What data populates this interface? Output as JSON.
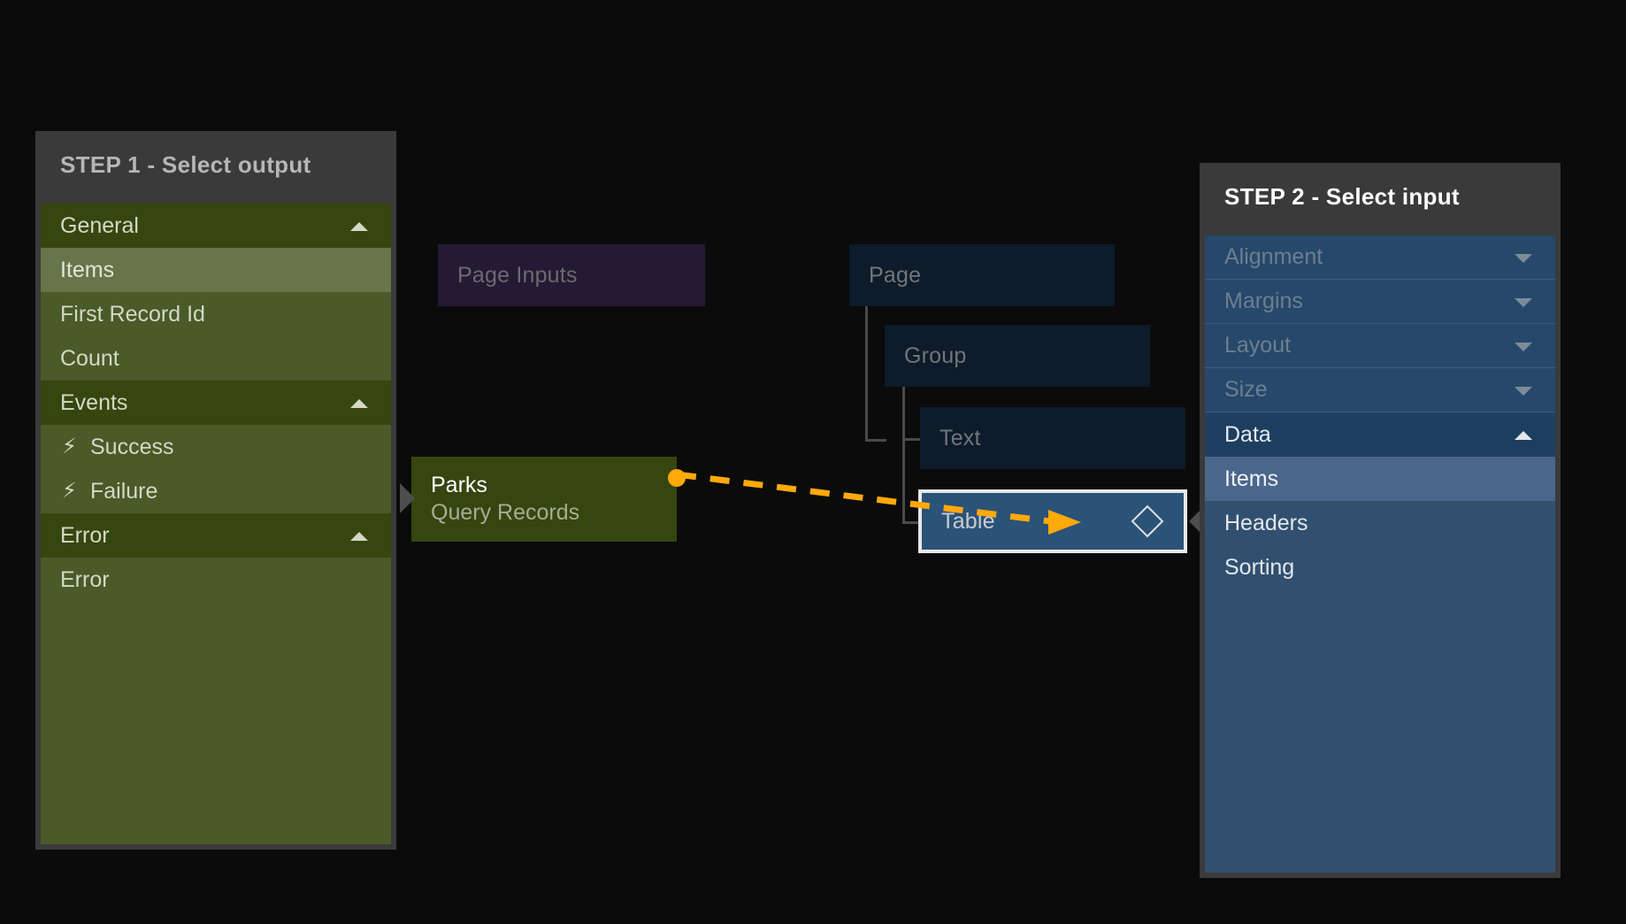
{
  "step1": {
    "title": "STEP 1 - Select output",
    "groups": [
      {
        "header": "General",
        "caret": "caret-up-icon",
        "items": [
          {
            "label": "Items",
            "selected": true
          },
          {
            "label": "First Record Id",
            "selected": false
          },
          {
            "label": "Count",
            "selected": false
          }
        ]
      },
      {
        "header": "Events",
        "caret": "caret-up-icon",
        "items": [
          {
            "label": "Success",
            "selected": false,
            "icon": "lightning-bolt-icon"
          },
          {
            "label": "Failure",
            "selected": false,
            "icon": "lightning-bolt-icon"
          }
        ]
      },
      {
        "header": "Error",
        "caret": "caret-up-icon",
        "items": [
          {
            "label": "Error",
            "selected": false
          }
        ]
      }
    ]
  },
  "step2": {
    "title": "STEP 2 - Select input",
    "collapsed": [
      {
        "label": "Alignment",
        "caret": "caret-down-icon"
      },
      {
        "label": "Margins",
        "caret": "caret-down-icon"
      },
      {
        "label": "Layout",
        "caret": "caret-down-icon"
      },
      {
        "label": "Size",
        "caret": "caret-down-icon"
      }
    ],
    "expanded": {
      "header": "Data",
      "caret": "caret-up-icon",
      "items": [
        {
          "label": "Items",
          "selected": true
        },
        {
          "label": "Headers",
          "selected": false
        },
        {
          "label": "Sorting",
          "selected": false
        }
      ]
    }
  },
  "canvas": {
    "page_inputs": {
      "label": "Page Inputs"
    },
    "tree": [
      {
        "label": "Page"
      },
      {
        "label": "Group"
      },
      {
        "label": "Text"
      }
    ],
    "table_node": {
      "label": "Table",
      "icon": "diamond-icon"
    },
    "source_node": {
      "title": "Parks",
      "subtitle": "Query Records"
    }
  },
  "colors": {
    "accent_orange": "#ffa90a",
    "green_header": "#36460f",
    "green_item": "#4a5a28",
    "green_selected": "#66754a",
    "blue_panel": "#31506f",
    "blue_header": "#1d3f5f",
    "blue_selected": "#4a668a",
    "purple_node": "#241a33",
    "tree_node": "#0d1b2a",
    "selected_border": "#e8e8e8",
    "panel_chrome": "#3a3a3a",
    "background": "#0b0b0b"
  }
}
